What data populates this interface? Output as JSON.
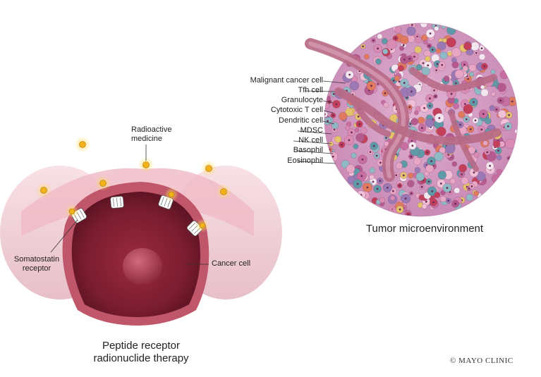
{
  "left_panel": {
    "caption_line1": "Peptide receptor",
    "caption_line2": "radionuclide therapy",
    "labels": {
      "radioactive_line1": "Radioactive",
      "radioactive_line2": "medicine",
      "receptor_line1": "Somatostatin",
      "receptor_line2": "receptor",
      "cancer_cell": "Cancer cell"
    }
  },
  "right_panel": {
    "caption": "Tumor microenvironment",
    "cell_labels": [
      "Malignant cancer cell",
      "Tfh cell",
      "Granulocyte",
      "Cytotoxic T cell",
      "Dendritic cell",
      "MDSC",
      "NK cell",
      "Basophil",
      "Eosinophil"
    ]
  },
  "copyright": "© MAYO CLINIC",
  "colors": {
    "cell_body": "#7a1f2e",
    "cell_rim": "#c0566a",
    "medicine_dot": "#f2b21c",
    "tumor_base": "#d79cc4",
    "vessel": "#b86a86"
  }
}
